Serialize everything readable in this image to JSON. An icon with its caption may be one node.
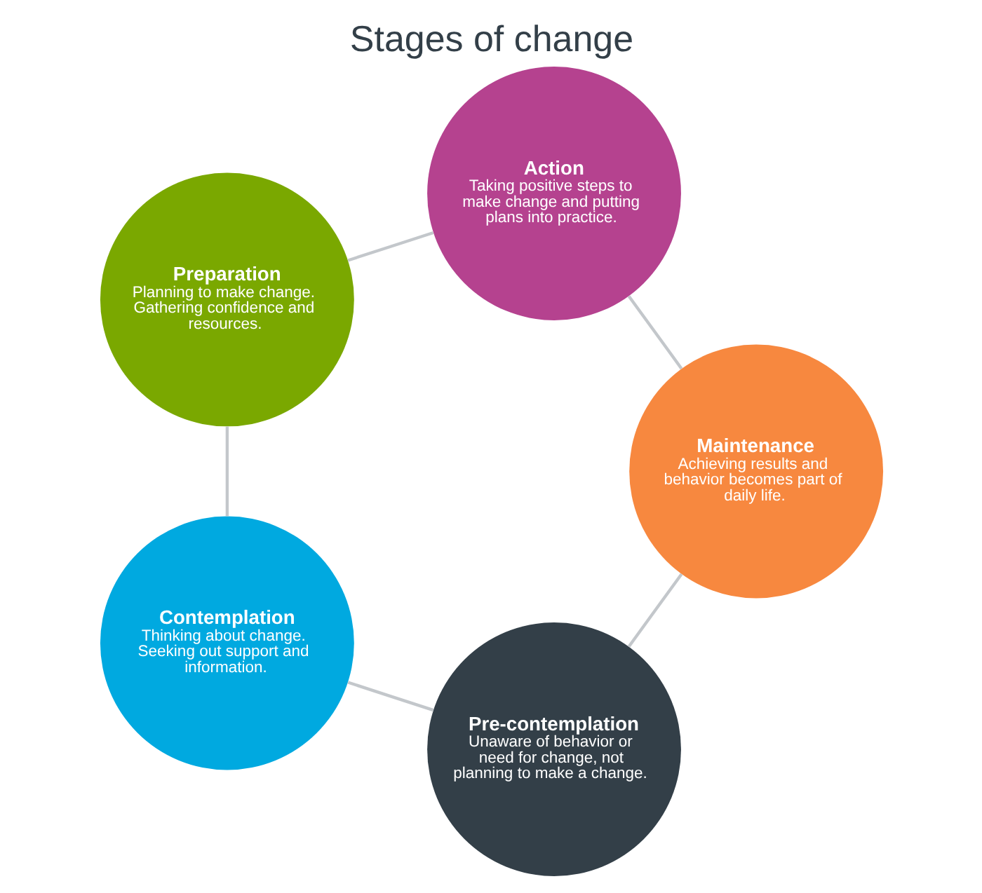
{
  "diagram": {
    "title": "Stages of change",
    "nodes": [
      {
        "text": [
          "Pre-contemplation",
          "Unaware of behavior or need for change, not planning to make a change."
        ]
      },
      {
        "text": [
          "Contemplation",
          "Thinking about change. Seeking out support and information."
        ]
      },
      {
        "text": [
          "Preparation",
          "Planning to make change. Gathering confidence and resources."
        ]
      },
      {
        "text": [
          "Action",
          "Taking positive steps to make change and putting plans into practice."
        ]
      },
      {
        "text": [
          "Maintenance",
          "Achieving results and behavior becomes part of daily life."
        ]
      }
    ],
    "edges": [
      {
        "from": 0,
        "to": 1,
        "arrow": "none"
      },
      {
        "from": 1,
        "to": 2,
        "arrow": "none"
      },
      {
        "from": 2,
        "to": 3,
        "arrow": "none"
      },
      {
        "from": 3,
        "to": 4,
        "arrow": "none"
      },
      {
        "from": 4,
        "to": 0,
        "arrow": "none"
      }
    ]
  }
}
